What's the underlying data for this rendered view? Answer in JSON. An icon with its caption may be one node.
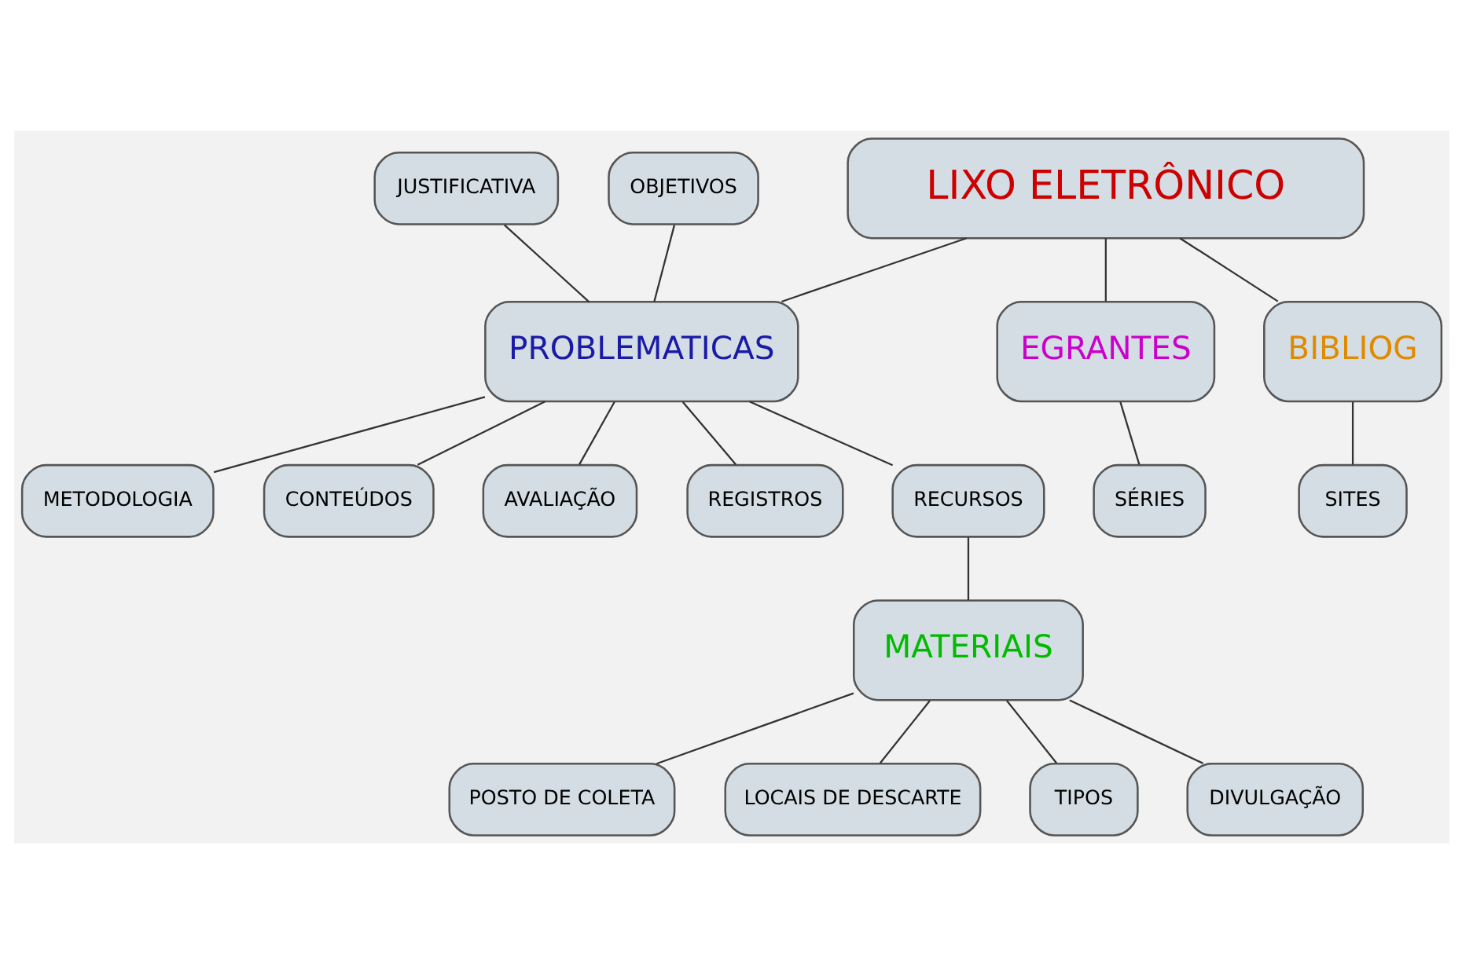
{
  "diagram": {
    "nodes": [
      {
        "text": [
          "LIXO ELETRÔNICO"
        ]
      },
      {
        "text": [
          "JUSTIFICATIVA"
        ]
      },
      {
        "text": [
          "METODOLOGIA"
        ]
      },
      {
        "text": [
          "PROBLEMATICAS"
        ]
      },
      {
        "text": [
          "OBJETIVOS"
        ]
      },
      {
        "text": [
          "CONTEÚDOS"
        ]
      },
      {
        "text": [
          "EGRANTES"
        ]
      },
      {
        "text": [
          "AVALIAÇÃO"
        ]
      },
      {
        "text": [
          "REGISTROS"
        ]
      },
      {
        "text": [
          "BIBLIOG"
        ]
      },
      {
        "text": [
          "RECURSOS"
        ]
      },
      {
        "text": [
          "SÉRIES"
        ]
      },
      {
        "text": [
          "SITES"
        ]
      },
      {
        "text": [
          "MATERIAIS"
        ]
      },
      {
        "text": [
          "POSTO DE COLETA"
        ]
      },
      {
        "text": [
          "LOCAIS DE DESCARTE"
        ]
      },
      {
        "text": [
          "TIPOS"
        ]
      },
      {
        "text": [
          "DIVULGAÇÃO"
        ]
      }
    ],
    "edges": [
      {
        "from": 0,
        "to": 3,
        "arrow": "none"
      },
      {
        "from": 0,
        "to": 6,
        "arrow": "none"
      },
      {
        "from": 0,
        "to": 9,
        "arrow": "none"
      },
      {
        "from": 1,
        "to": 3,
        "arrow": "none"
      },
      {
        "from": 3,
        "to": 2,
        "arrow": "none"
      },
      {
        "from": 4,
        "to": 3,
        "arrow": "none"
      },
      {
        "from": 3,
        "to": 5,
        "arrow": "none"
      },
      {
        "from": 3,
        "to": 7,
        "arrow": "none"
      },
      {
        "from": 3,
        "to": 8,
        "arrow": "none"
      },
      {
        "from": 3,
        "to": 10,
        "arrow": "none"
      },
      {
        "from": 6,
        "to": 11,
        "arrow": "none"
      },
      {
        "from": 9,
        "to": 12,
        "arrow": "none"
      },
      {
        "from": 10,
        "to": 13,
        "arrow": "none"
      },
      {
        "from": 13,
        "to": 14,
        "arrow": "none"
      },
      {
        "from": 13,
        "to": 15,
        "arrow": "none"
      },
      {
        "from": 13,
        "to": 16,
        "arrow": "none"
      },
      {
        "from": 13,
        "to": 17,
        "arrow": "none"
      }
    ]
  }
}
